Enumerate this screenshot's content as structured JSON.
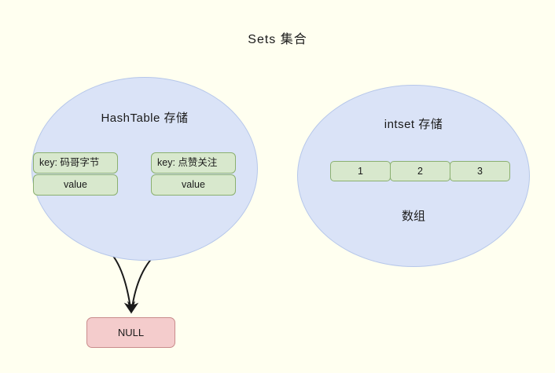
{
  "title": "Sets 集合",
  "background_color": "#fffff0",
  "palette": {
    "ellipse_fill": "#dae3f7",
    "ellipse_stroke": "#b6c7ea",
    "cell_fill": "#d8e8cd",
    "cell_stroke": "#8bb070",
    "null_fill": "#f4cccc",
    "null_stroke": "#c98b8b",
    "arrow_stroke": "#1a1a1a",
    "text_color": "#1a1a1a"
  },
  "hashtable": {
    "label": "HashTable 存储",
    "entries": [
      {
        "key": "key: 码哥字节",
        "value": "value"
      },
      {
        "key": "key: 点赞关注",
        "value": "value"
      }
    ]
  },
  "intset": {
    "label": "intset 存储",
    "array_label": "数组",
    "cells": [
      "1",
      "2",
      "3"
    ]
  },
  "null_node": {
    "label": "NULL"
  },
  "arrows": [
    {
      "name": "value-0-to-null"
    },
    {
      "name": "value-1-to-null"
    }
  ]
}
